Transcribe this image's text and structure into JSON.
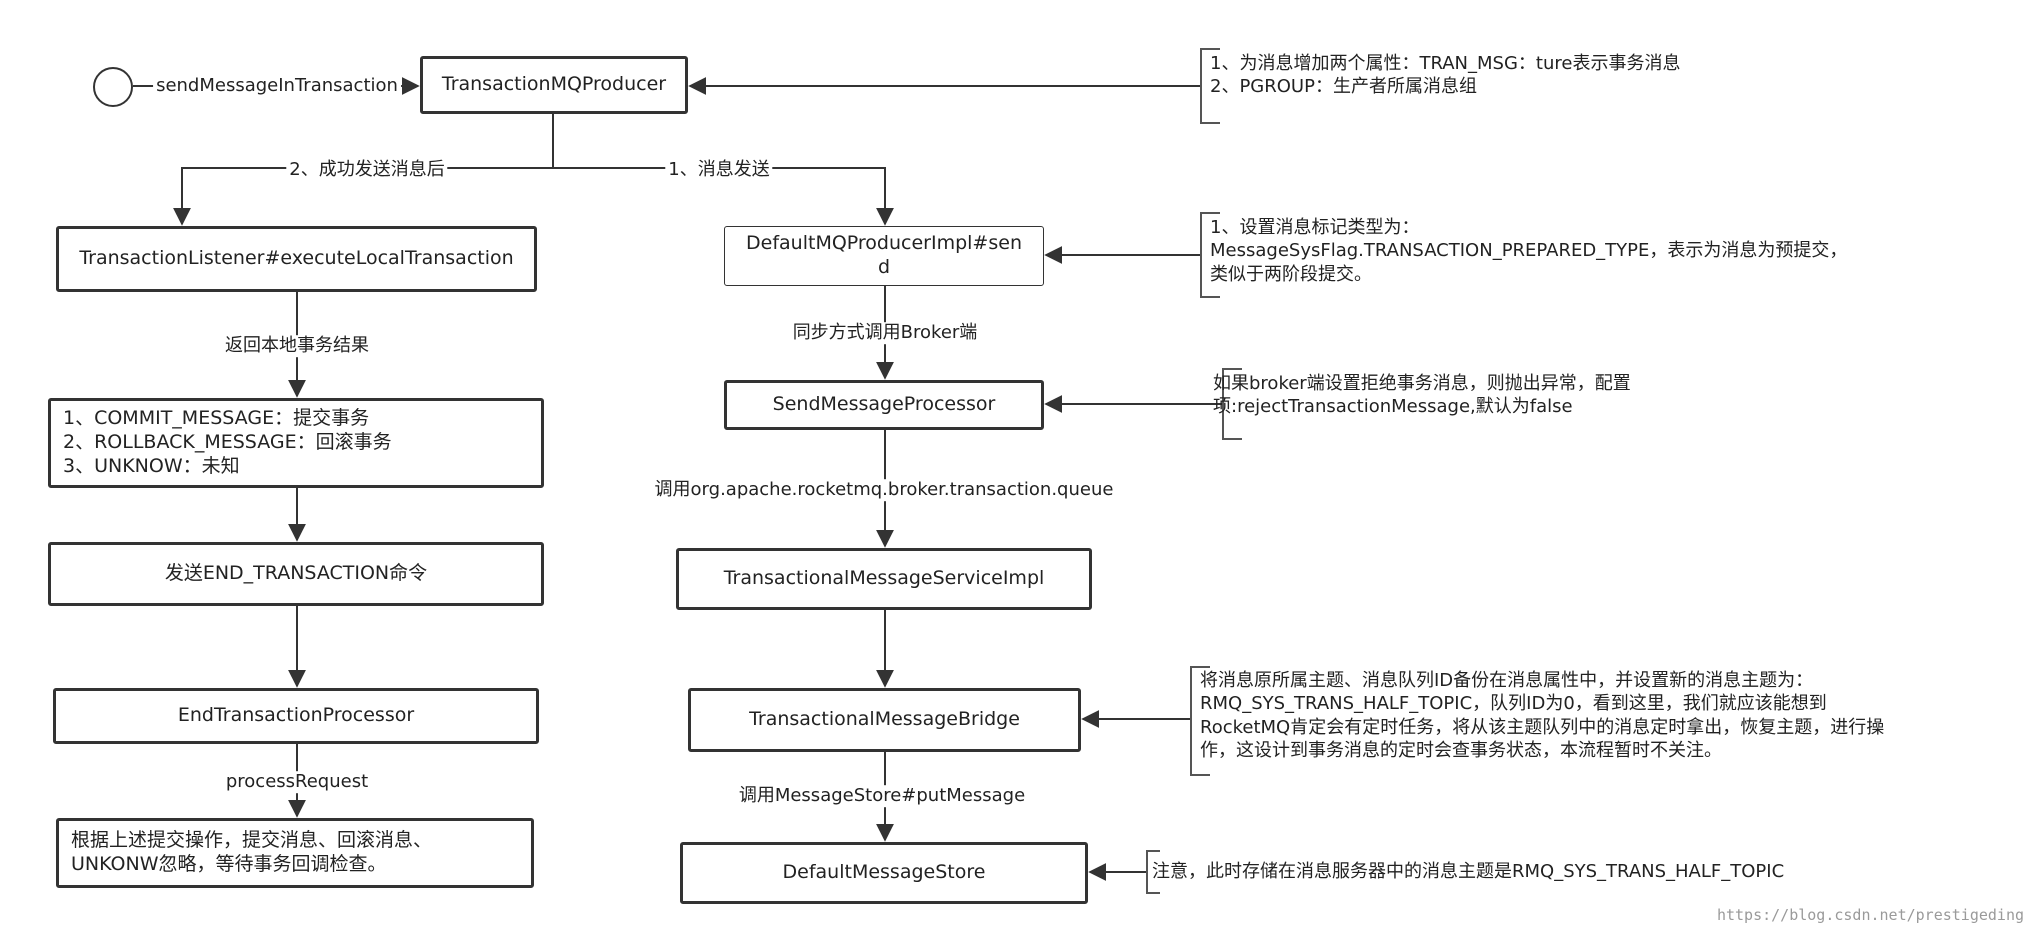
{
  "start_label": "sendMessageInTransaction",
  "nodes": {
    "producer": "TransactionMQProducer",
    "listener": "TransactionListener#executeLocalTransaction",
    "results": "1、COMMIT_MESSAGE：提交事务\n2、ROLLBACK_MESSAGE：回滚事务\n3、UNKNOW：未知",
    "send_end": "发送END_TRANSACTION命令",
    "end_processor": "EndTransactionProcessor",
    "handle": "根据上述提交操作，提交消息、回滚消息、\nUNKONW忽略，等待事务回调检查。",
    "default_send": "DefaultMQProducerImpl#sen\nd",
    "send_processor": "SendMessageProcessor",
    "service_impl": "TransactionalMessageServiceImpl",
    "bridge": "TransactionalMessageBridge",
    "store": "DefaultMessageStore"
  },
  "edge_labels": {
    "success_send": "2、成功发送消息后",
    "message_send": "1、消息发送",
    "return_result": "返回本地事务结果",
    "sync_call": "同步方式调用Broker端",
    "call_queue": "调用org.apache.rocketmq.broker.transaction.queue",
    "process_request": "processRequest",
    "put_message": "调用MessageStore#putMessage"
  },
  "notes": {
    "producer_note": "1、为消息增加两个属性：TRAN_MSG：ture表示事务消息\n2、PGROUP：生产者所属消息组",
    "send_note": "1、设置消息标记类型为：\nMessageSysFlag.TRANSACTION_PREPARED_TYPE，表示为消息为预提交，\n类似于两阶段提交。",
    "processor_note": "如果broker端设置拒绝事务消息，则抛出异常，配置\n项:rejectTransactionMessage,默认为false",
    "bridge_note": "将消息原所属主题、消息队列ID备份在消息属性中，并设置新的消息主题为：\nRMQ_SYS_TRANS_HALF_TOPIC，队列ID为0，看到这里，我们就应该能想到\nRocketMQ肯定会有定时任务，将从该主题队列中的消息定时拿出，恢复主题，进行操\n作，这设计到事务消息的定时会查事务状态，本流程暂时不关注。",
    "store_note": "注意，此时存储在消息服务器中的消息主题是RMQ_SYS_TRANS_HALF_TOPIC"
  },
  "watermark": "https://blog.csdn.net/prestigeding"
}
